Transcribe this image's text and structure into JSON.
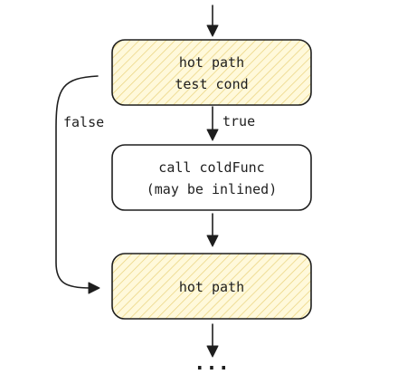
{
  "nodes": {
    "test": {
      "line1": "hot path",
      "line2": "test cond"
    },
    "call": {
      "line1": "call coldFunc",
      "line2": "(may be inlined)"
    },
    "hot": {
      "label": "hot path"
    }
  },
  "edges": {
    "true_label": "true",
    "false_label": "false",
    "continuation": "..."
  },
  "colors": {
    "hatch_fill": "#fff9db",
    "hatch_stroke": "#e9d27a",
    "stroke": "#1e1e1e"
  }
}
